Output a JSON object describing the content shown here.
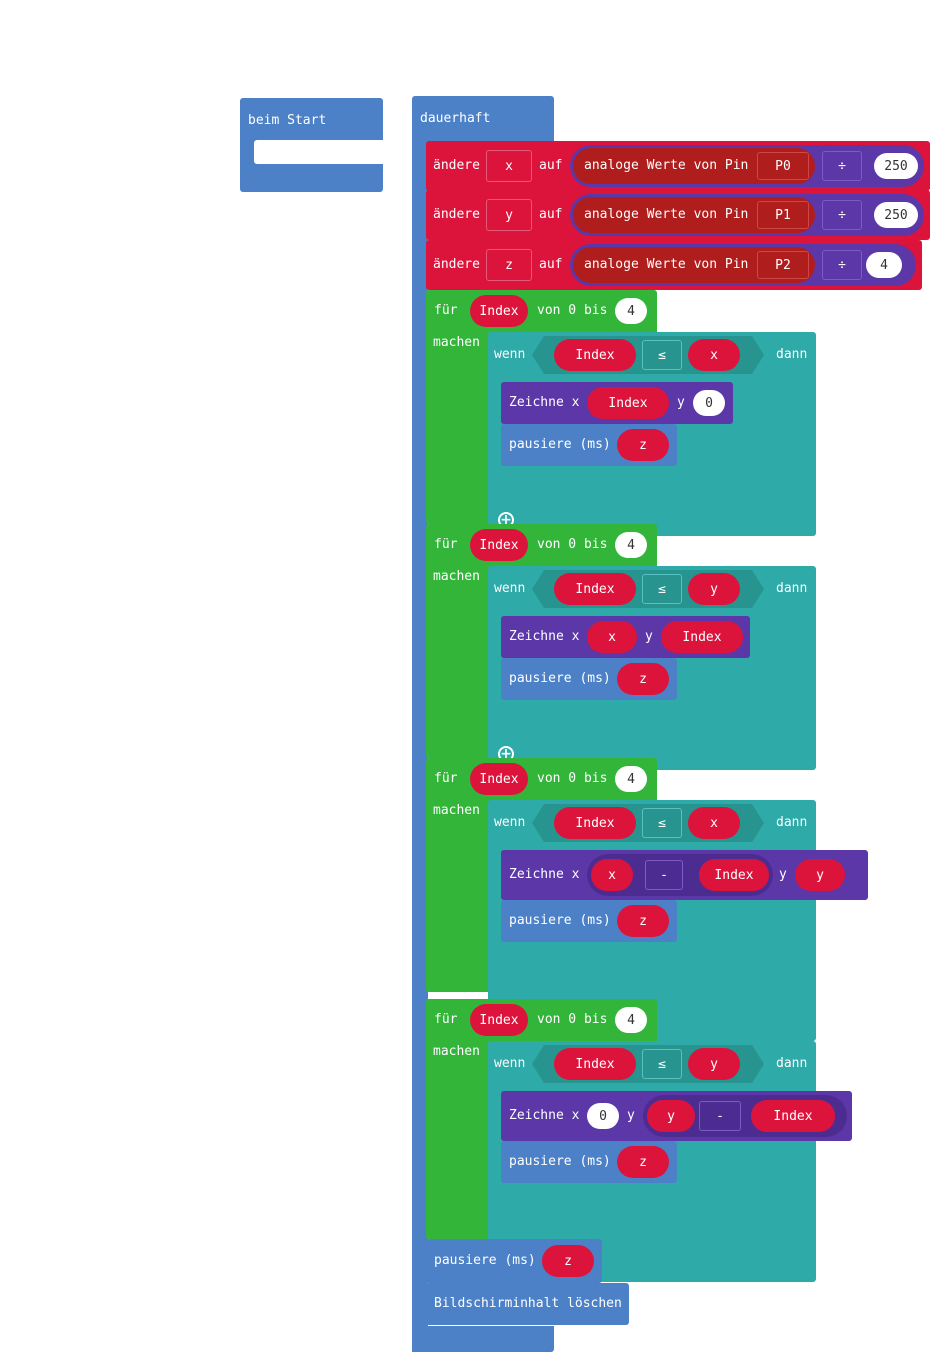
{
  "on_start": {
    "label": "beim Start"
  },
  "forever": {
    "label": "dauerhaft"
  },
  "set_blocks": [
    {
      "keyword": "ändere",
      "variable": "x",
      "to": "auf",
      "reader": "analoge Werte von Pin",
      "pin": "P0",
      "operator": "÷",
      "divisor": "250"
    },
    {
      "keyword": "ändere",
      "variable": "y",
      "to": "auf",
      "reader": "analoge Werte von Pin",
      "pin": "P1",
      "operator": "÷",
      "divisor": "250"
    },
    {
      "keyword": "ändere",
      "variable": "z",
      "to": "auf",
      "reader": "analoge Werte von Pin",
      "pin": "P2",
      "operator": "÷",
      "divisor": "4"
    }
  ],
  "loops": [
    {
      "for": "für",
      "var": "Index",
      "from": "von 0 bis",
      "to": "4",
      "do": "machen",
      "if": "wenn",
      "cond_left": "Index",
      "cond_op": "≤",
      "cond_right": "x",
      "then": "dann",
      "plot": "Zeichne x",
      "plot_x": [
        "Index"
      ],
      "plot_y_label": "y",
      "plot_y": "0",
      "pause": "pausiere (ms)",
      "pause_val": "z"
    },
    {
      "for": "für",
      "var": "Index",
      "from": "von 0 bis",
      "to": "4",
      "do": "machen",
      "if": "wenn",
      "cond_left": "Index",
      "cond_op": "≤",
      "cond_right": "y",
      "then": "dann",
      "plot": "Zeichne x",
      "plot_x": [
        "x"
      ],
      "plot_y_label": "y",
      "plot_y": "Index",
      "pause": "pausiere (ms)",
      "pause_val": "z"
    },
    {
      "for": "für",
      "var": "Index",
      "from": "von 0 bis",
      "to": "4",
      "do": "machen",
      "if": "wenn",
      "cond_left": "Index",
      "cond_op": "≤",
      "cond_right": "x",
      "then": "dann",
      "plot": "Zeichne x",
      "plot_x": [
        "x",
        "-",
        "Index"
      ],
      "plot_y_label": "y",
      "plot_y": "y",
      "pause": "pausiere (ms)",
      "pause_val": "z"
    },
    {
      "for": "für",
      "var": "Index",
      "from": "von 0 bis",
      "to": "4",
      "do": "machen",
      "if": "wenn",
      "cond_left": "Index",
      "cond_op": "≤",
      "cond_right": "y",
      "then": "dann",
      "plot": "Zeichne x",
      "plot_x": [
        "0"
      ],
      "plot_y_label": "y",
      "plot_y_expr": [
        "y",
        "-",
        "Index"
      ],
      "pause": "pausiere (ms)",
      "pause_val": "z"
    }
  ],
  "final_pause": {
    "label": "pausiere (ms)",
    "value": "z"
  },
  "clear_screen": {
    "label": "Bildschirminhalt löschen"
  },
  "colors": {
    "basic_blue": "#4c81c8",
    "variables_red": "#dc143c",
    "pins_dark_red": "#b01d1d",
    "math_purple": "#5b37a8",
    "loops_green": "#33b53a",
    "logic_teal": "#2eaaa8"
  }
}
